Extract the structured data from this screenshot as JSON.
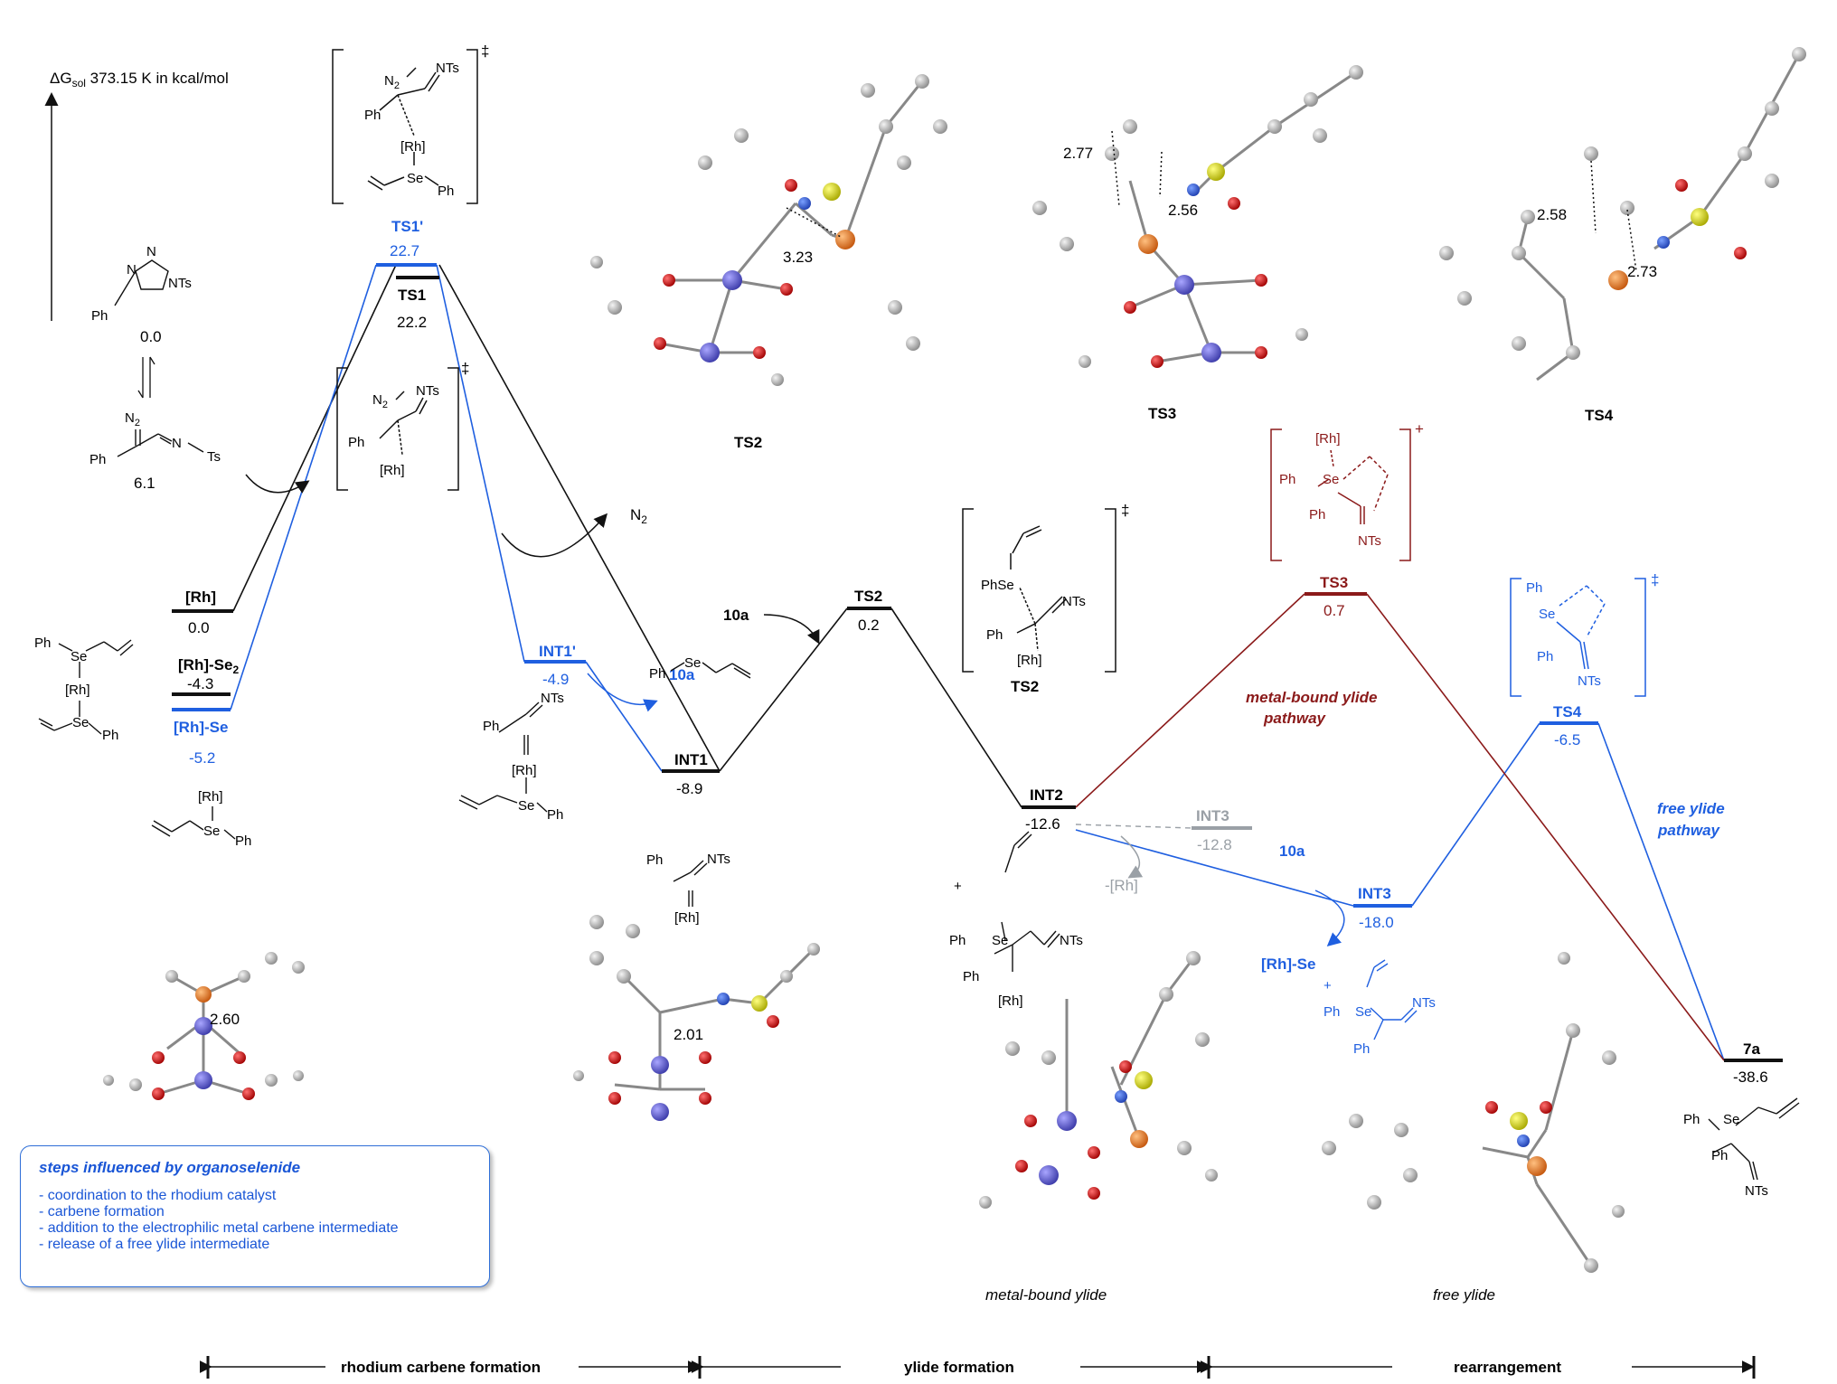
{
  "axis_label": "ΔG",
  "axis_label_sub": "sol",
  "axis_label_rest": " 373.15 K in kcal/mol",
  "colors": {
    "black": "#111111",
    "blue": "#1f5fe0",
    "red": "#8b1a1a",
    "gray": "#9aa0a6"
  },
  "levels": [
    {
      "id": "rh",
      "label": "[Rh]",
      "value": "0.0"
    },
    {
      "id": "rhse2",
      "label": "[Rh]-Se",
      "label_sub": "2",
      "value": "-4.3"
    },
    {
      "id": "rhse",
      "label": "[Rh]-Se",
      "value": "-5.2"
    },
    {
      "id": "ts1p",
      "label": "TS1'",
      "value": "22.7"
    },
    {
      "id": "ts1",
      "label": "TS1",
      "value": "22.2"
    },
    {
      "id": "int1p",
      "label": "INT1'",
      "value": "-4.9"
    },
    {
      "id": "int1",
      "label": "INT1",
      "value": "-8.9"
    },
    {
      "id": "ts2",
      "label": "TS2",
      "value": "0.2"
    },
    {
      "id": "int2",
      "label": "INT2",
      "value": "-12.6"
    },
    {
      "id": "int3g",
      "label": "INT3",
      "value": "-12.8"
    },
    {
      "id": "int3",
      "label": "INT3",
      "value": "-18.0"
    },
    {
      "id": "ts3",
      "label": "TS3",
      "value": "0.7"
    },
    {
      "id": "ts4",
      "label": "TS4",
      "value": "-6.5"
    },
    {
      "id": "p7a",
      "label": "7a",
      "value": "-38.6"
    }
  ],
  "pathways": {
    "metal_bound_1": "metal-bound ylide",
    "metal_bound_2": "pathway",
    "free_1": "free ylide",
    "free_2": "pathway"
  },
  "reagents": {
    "n2": "N",
    "n2_sub": "2",
    "r10a_1": "10a",
    "r10a_2": "10a",
    "r10a_3": "10a",
    "minus_rh": "-[Rh]",
    "rh_se_out": "[Rh]-Se",
    "triazole_value": "0.0",
    "diazo_value": "6.1"
  },
  "ts_structure_labels": {
    "ts2": "TS2",
    "ts3": "TS3",
    "ts4": "TS4",
    "ts2_bracket": "TS2"
  },
  "distances": {
    "d1": "2.60",
    "d2": "2.01",
    "d3": "3.23",
    "d4": "2.77",
    "d5": "2.56",
    "d6": "2.58",
    "d7": "2.73"
  },
  "ylide_captions": {
    "metal": "metal-bound ylide",
    "free": "free ylide"
  },
  "chem": {
    "Ph": "Ph",
    "Se": "Se",
    "Rh": "[Rh]",
    "NTs": "NTs",
    "N2": "N",
    "Ts": "Ts",
    "PhSe": "PhSe",
    "N": "N",
    "dagger": "‡",
    "plus": "+",
    "Nlabel": "N"
  },
  "box": {
    "title": "steps influenced by organoselenide",
    "items": [
      "- coordination to the rhodium catalyst",
      "- carbene formation",
      "- addition to the electrophilic metal carbene intermediate",
      "- release of a free ylide intermediate"
    ]
  },
  "stages": [
    {
      "label": "rhodium carbene formation"
    },
    {
      "label": "ylide formation"
    },
    {
      "label": "rearrangement"
    }
  ]
}
